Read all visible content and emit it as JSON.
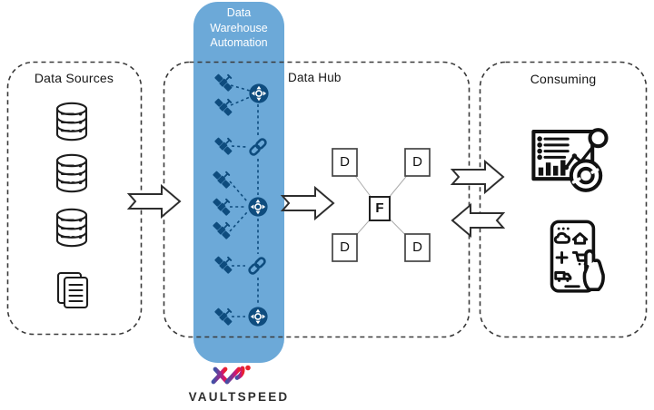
{
  "sources": {
    "title": "Data Sources",
    "icons": [
      "database-icon",
      "database-icon",
      "database-icon",
      "documents-icon"
    ]
  },
  "automation_band": {
    "title_lines": [
      "Data",
      "Warehouse",
      "Automation"
    ],
    "band_color": "#6CA9D8",
    "icon_color": "#0E4C7E",
    "icons": [
      "satellite-icon",
      "hub-circle-icon",
      "chain-link-icon"
    ]
  },
  "hub": {
    "title": "Data Hub",
    "fact_label": "F",
    "dim_labels": [
      "D",
      "D",
      "D",
      "D"
    ]
  },
  "consuming": {
    "title": "Consuming",
    "icons": [
      "analytics-dashboard-icon",
      "mobile-app-hand-icon"
    ]
  },
  "flows": {
    "arrows": [
      "sources-to-automation-right",
      "automation-to-hub-right",
      "hub-to-consuming-right",
      "consuming-to-hub-left"
    ]
  },
  "brand": {
    "name": "VAULTSPEED",
    "logo_gradient": [
      "#4150A5",
      "#8E2E8F",
      "#D6136F",
      "#E9232B"
    ],
    "logo_dot_color": "#E8232E"
  }
}
